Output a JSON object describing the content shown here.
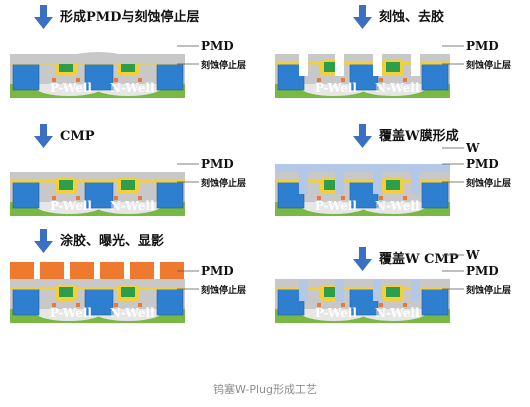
{
  "steps": [
    {
      "label": "形成PMD与刻蚀停止层",
      "callouts": [
        "PMD",
        "刻蚀停止层"
      ]
    },
    {
      "label": "CMP",
      "callouts": [
        "PMD",
        "刻蚀停止层"
      ]
    },
    {
      "label": "涂胶、曝光、显影",
      "callouts": [
        "PMD",
        "刻蚀停止层"
      ]
    },
    {
      "label": "刻蚀、去胶",
      "callouts": [
        "PMD",
        "刻蚀停止层"
      ]
    },
    {
      "label": "覆盖W膜形成",
      "callouts": [
        "W",
        "PMD",
        "刻蚀停止层"
      ]
    },
    {
      "label": "覆盖W CMP",
      "callouts": [
        "W",
        "PMD",
        "刻蚀停止层"
      ]
    }
  ],
  "well_labels": [
    "P-Well",
    "N-Well"
  ],
  "caption": "钨塞W-Plug形成工艺",
  "colors": {
    "arrow": "#3a6fc4",
    "substrate": "#79b943",
    "sti": "#2f7fd0",
    "well": "#e6e6e6",
    "pmd": "#c8c8c8",
    "etch_stop": "#f2cf3b",
    "gate": "#2d9f4a",
    "contact": "#e8793a",
    "photoresist": "#ee7a2f",
    "tungsten": "#b3c8e6"
  }
}
